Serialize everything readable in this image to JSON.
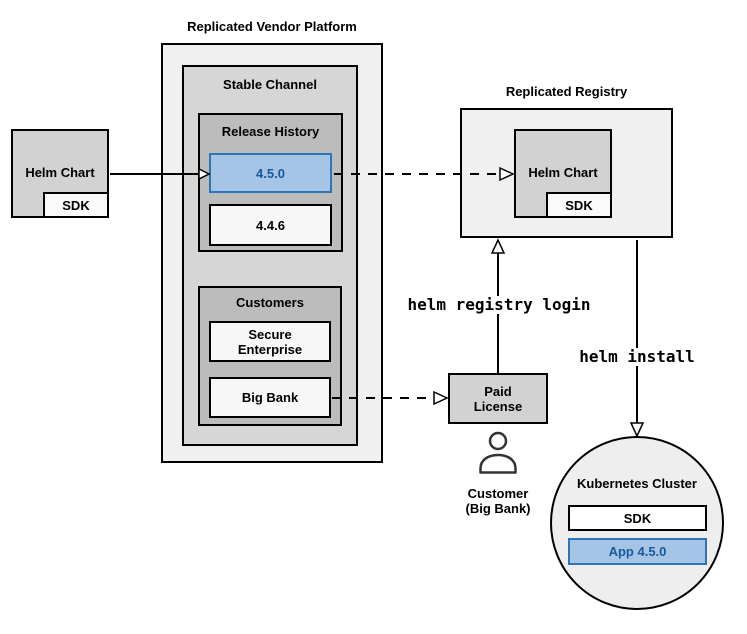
{
  "platform": {
    "title": "Replicated Vendor Platform",
    "stable_channel_title": "Stable Channel",
    "release_history": {
      "title": "Release History",
      "releases": [
        {
          "version": "4.5.0",
          "highlighted": true
        },
        {
          "version": "4.4.6",
          "highlighted": false
        }
      ]
    },
    "customers": {
      "title": "Customers",
      "items": [
        {
          "name": "Secure\nEnterprise"
        },
        {
          "name": "Big Bank"
        }
      ]
    }
  },
  "source": {
    "helm_chart_label": "Helm Chart",
    "sdk_label": "SDK"
  },
  "registry": {
    "title": "Replicated Registry",
    "helm_chart_label": "Helm Chart",
    "sdk_label": "SDK"
  },
  "license": {
    "label": "Paid\nLicense"
  },
  "customer": {
    "label": "Customer\n(Big Bank)"
  },
  "cluster": {
    "title": "Kubernetes Cluster",
    "sdk_label": "SDK",
    "app_label": "App 4.5.0"
  },
  "commands": {
    "registry_login": "helm registry login",
    "install": "helm install"
  },
  "colors": {
    "highlight_fill": "#a6c5e6",
    "highlight_border": "#2d76b6",
    "highlight_text": "#17599c",
    "outer_container_fill": "#f0f0f0",
    "channel_fill": "#d6d6d6",
    "group_fill": "#bcbcbc",
    "chart_fill": "#d2d2d2",
    "item_fill": "#f7f7f7",
    "cluster_fill": "#eeeeee",
    "line_color": "#000000"
  }
}
